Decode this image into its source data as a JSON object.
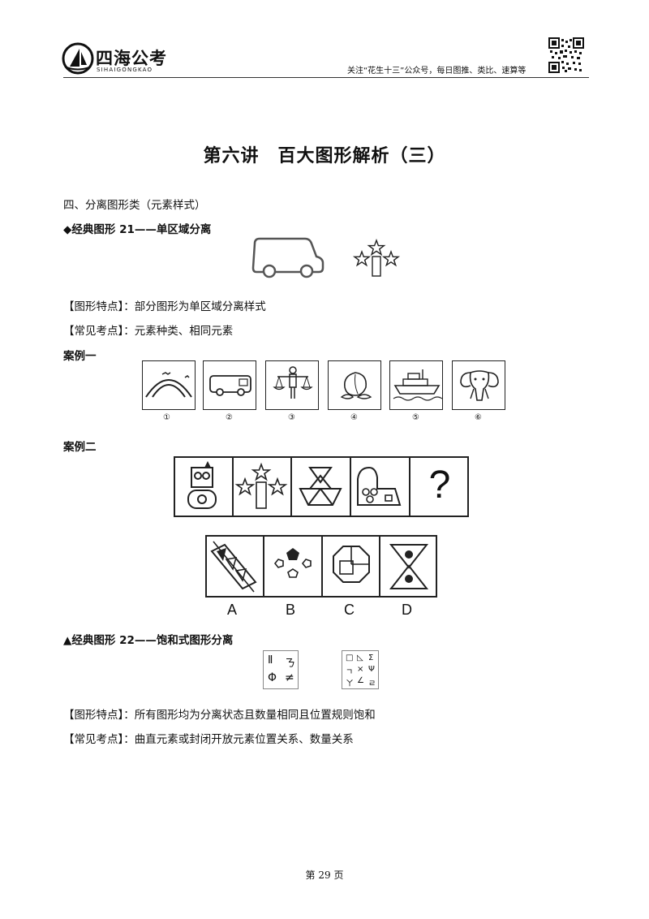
{
  "header": {
    "logo_text": "四海公考",
    "logo_sub": "SIHAIGONGKAO",
    "slogan": "关注“花生十三”公众号，每日图推、类比、速算等"
  },
  "title": "第六讲　百大图形解析（三）",
  "section_heading": "四、分离图形类（元素样式）",
  "classic21": {
    "heading": "◆经典图形 21——单区域分离",
    "feature_label": "【图形特点】：",
    "feature_text": "部分图形为单区域分离样式",
    "exam_label": "【常见考点】：",
    "exam_text": "元素种类、相同元素"
  },
  "case1": {
    "heading": "案例一",
    "labels": [
      "①",
      "②",
      "③",
      "④",
      "⑤",
      "⑥"
    ]
  },
  "case2": {
    "heading": "案例二",
    "question_mark": "?",
    "options": [
      "A",
      "B",
      "C",
      "D"
    ]
  },
  "classic22": {
    "heading": "▲经典图形 22——饱和式图形分离",
    "feature_label": "【图形特点】：",
    "feature_text": "所有图形均为分离状态且数量相同且位置规则饱和",
    "exam_label": "【常见考点】：",
    "exam_text": "曲直元素或封闭开放元素位置关系、数量关系",
    "fig1_symbols": [
      "Ⅱ",
      "ㄋ",
      "Φ",
      "≠"
    ],
    "fig2_symbols": [
      "□",
      "◺",
      "Σ",
      "ㄱ",
      "×",
      "Ψ",
      "ㄚ",
      "∠",
      "ㄹ"
    ]
  },
  "footer": {
    "page": "第 29 页"
  }
}
